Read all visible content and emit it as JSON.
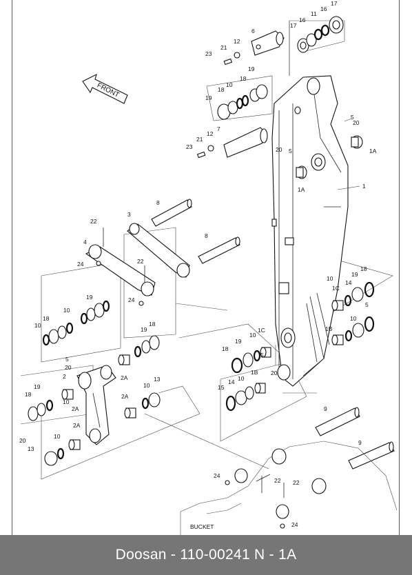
{
  "footer": {
    "caption": "Doosan - 110-00241     N - 1A"
  },
  "diagram": {
    "front_label": "FRONT",
    "bucket_label": "BUCKET",
    "callouts": [
      "1",
      "1A",
      "1A",
      "1B",
      "1B",
      "1C",
      "1C",
      "2",
      "2A",
      "2A",
      "2A",
      "2A",
      "3",
      "4",
      "5",
      "5",
      "5",
      "5",
      "5",
      "6",
      "7",
      "8",
      "8",
      "9",
      "9",
      "10",
      "10",
      "10",
      "10",
      "10",
      "10",
      "10",
      "10",
      "10",
      "10",
      "11",
      "12",
      "12",
      "13",
      "13",
      "14",
      "14",
      "15",
      "16",
      "16",
      "17",
      "17",
      "18",
      "18",
      "18",
      "18",
      "18",
      "18",
      "18",
      "19",
      "19",
      "19",
      "19",
      "19",
      "19",
      "19",
      "20",
      "20",
      "20",
      "20",
      "20",
      "21",
      "21",
      "22",
      "22",
      "22",
      "22",
      "23",
      "23",
      "24",
      "24",
      "24",
      "24"
    ]
  },
  "colors": {
    "footer_bg": "#767676",
    "footer_text": "#ffffff",
    "line": "#222222"
  }
}
